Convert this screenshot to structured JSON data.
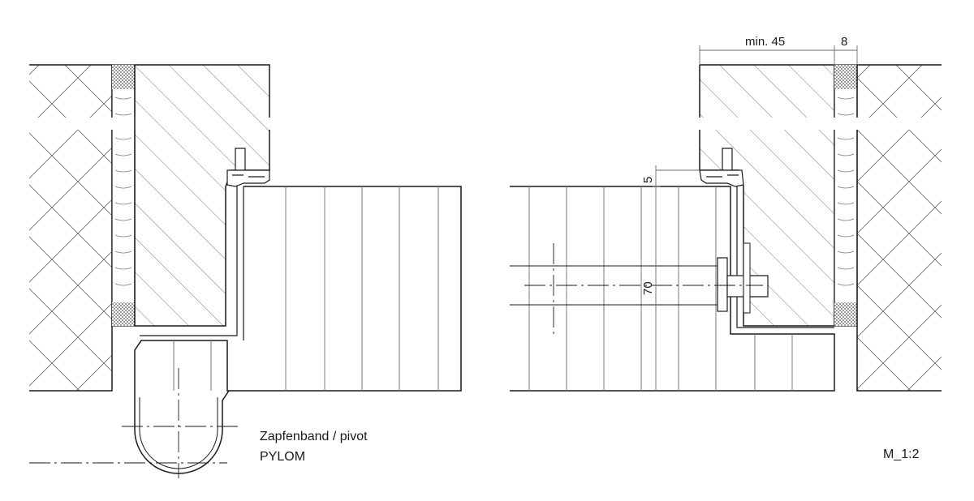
{
  "drawing": {
    "dimensions": {
      "width_frame": "min. 45",
      "width_gap": "8",
      "seal_offset": "5",
      "axis_distance": "70"
    },
    "labels": {
      "pivot_line1": "Zapfenband / pivot",
      "pivot_line2": "PYLOM",
      "scale": "M_1:2"
    },
    "colors": {
      "line": "#1a1a1a",
      "hatch": "#6b6b6b",
      "insulation": "#c8c8c8"
    }
  }
}
